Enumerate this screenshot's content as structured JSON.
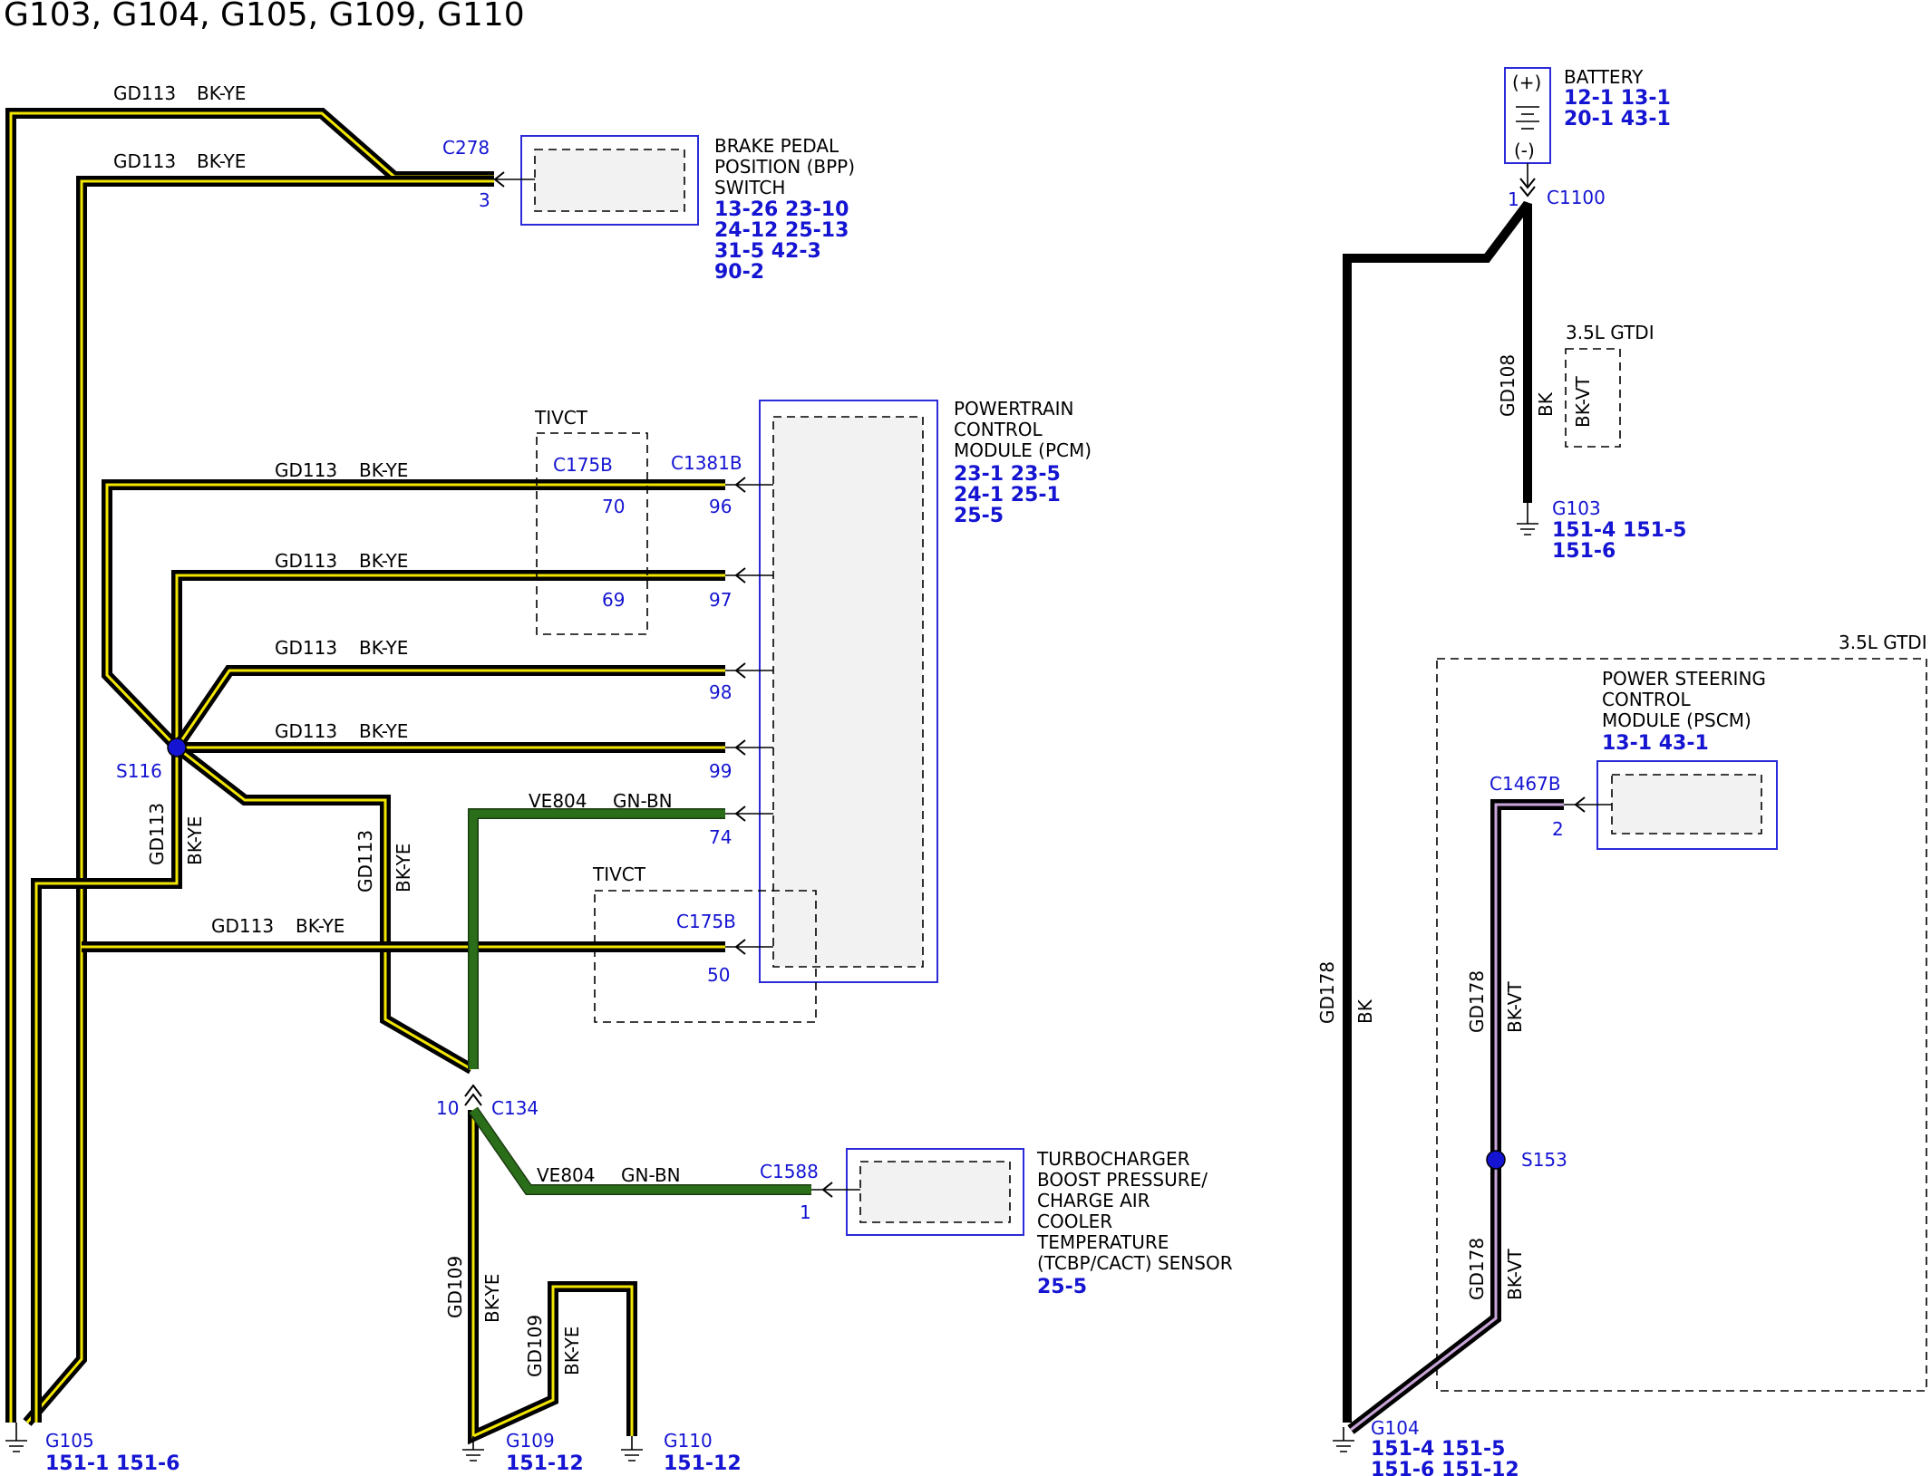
{
  "header": {
    "title": "G103, G104, G105, G109, G110"
  },
  "components": {
    "bpp": {
      "connector": "C278",
      "pin": "3",
      "name_lines": [
        "BRAKE PEDAL",
        "POSITION (BPP)",
        "SWITCH"
      ],
      "refs": [
        "13-26 23-10",
        "24-12 25-13",
        "31-5   42-3",
        "90-2"
      ]
    },
    "pcm": {
      "connector": "C1381B",
      "name_lines": [
        "POWERTRAIN",
        "CONTROL",
        "MODULE (PCM)"
      ],
      "refs": [
        "23-1    23-5",
        "24-1    25-1",
        "25-5"
      ],
      "pins": [
        "96",
        "97",
        "98",
        "99",
        "74"
      ]
    },
    "tivct_1": {
      "label": "TIVCT",
      "connector": "C175B",
      "pins": [
        "70",
        "69"
      ]
    },
    "tivct_2": {
      "label": "TIVCT",
      "connector": "C175B",
      "pin": "50"
    },
    "battery": {
      "name": "BATTERY",
      "plus": "(+)",
      "minus": "(-)",
      "refs": [
        "12-1    13-1",
        "20-1    43-1"
      ],
      "connector": "C1100",
      "pin": "1"
    },
    "pscm": {
      "option": "3.5L GTDI",
      "name_lines": [
        "POWER STEERING",
        "CONTROL",
        "MODULE (PSCM)"
      ],
      "refs": [
        "13-1   43-1"
      ],
      "connector": "C1467B",
      "pin": "2"
    },
    "tcbp": {
      "connector": "C1588",
      "pin": "1",
      "name_lines": [
        "TURBOCHARGER",
        "BOOST PRESSURE/",
        "CHARGE AIR",
        "COOLER",
        "TEMPERATURE",
        "(TCBP/CACT) SENSOR"
      ],
      "refs": [
        "25-5"
      ]
    },
    "c134": {
      "connector": "C134",
      "pin": "10"
    }
  },
  "splices": {
    "s116": "S116",
    "s153": "S153"
  },
  "grounds": {
    "g105": {
      "name": "G105",
      "refs": "151-1 151-6"
    },
    "g109": {
      "name": "G109",
      "refs": "151-12"
    },
    "g110": {
      "name": "G110",
      "refs": "151-12"
    },
    "g103": {
      "name": "G103",
      "refs": [
        "151-4 151-5",
        "151-6"
      ]
    },
    "g104": {
      "name": "G104",
      "refs": [
        "151-4 151-5",
        "151-6  151-12"
      ]
    }
  },
  "wires": {
    "gd113": "GD113",
    "bk_ye": "BK-YE",
    "ve804": "VE804",
    "gn_bn": "GN-BN",
    "gd109": "GD109",
    "gd108": "GD108",
    "gd178": "GD178",
    "bk": "BK",
    "bk_vt": "BK-VT"
  },
  "options": {
    "gtdi": "3.5L GTDI"
  },
  "colors": {
    "connector_blue": "#1414d2",
    "yellow": "#f2e600",
    "green": "#2a6e1a",
    "violet": "#c9a6d9"
  }
}
